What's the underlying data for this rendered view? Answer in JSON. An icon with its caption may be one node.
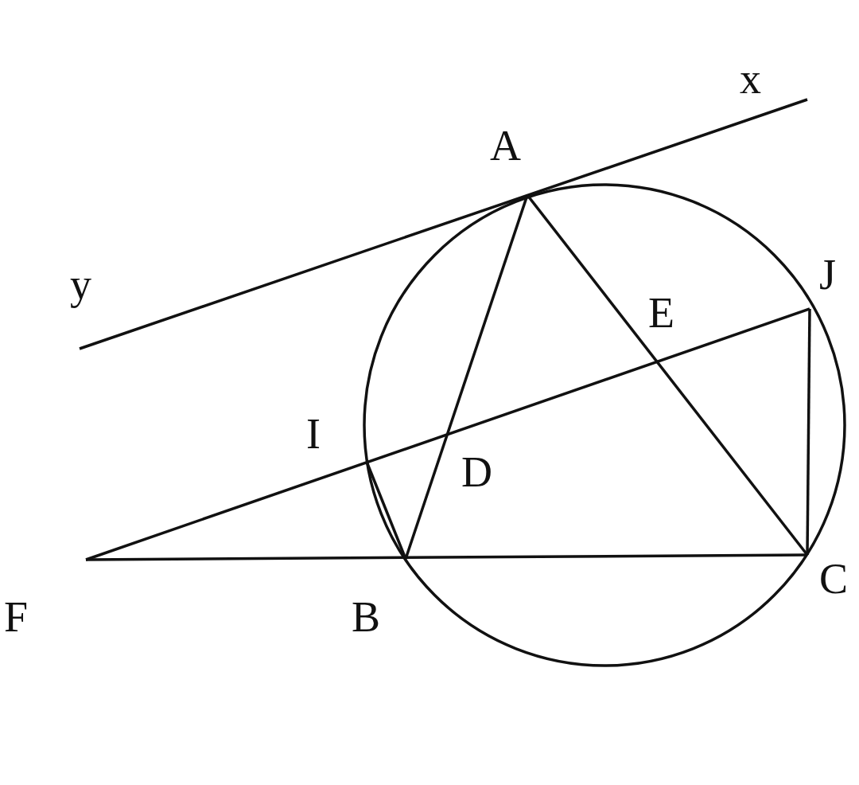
{
  "diagram": {
    "labels": [
      "x",
      "A",
      "y",
      "J",
      "E",
      "I",
      "D",
      "C",
      "F",
      "B"
    ]
  }
}
